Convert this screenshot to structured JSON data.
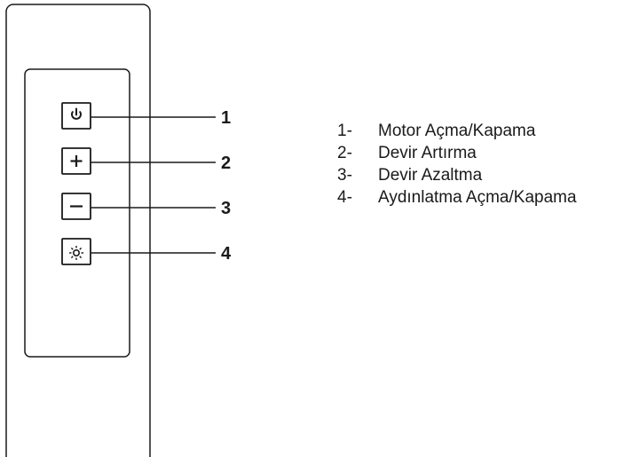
{
  "panel": {
    "buttons": [
      {
        "number": "1",
        "icon": "power-icon"
      },
      {
        "number": "2",
        "icon": "plus-icon"
      },
      {
        "number": "3",
        "icon": "minus-icon"
      },
      {
        "number": "4",
        "icon": "light-icon"
      }
    ]
  },
  "legend": {
    "items": [
      {
        "number": "1-",
        "label": "Motor Açma/Kapama"
      },
      {
        "number": "2-",
        "label": "Devir Artırma"
      },
      {
        "number": "3-",
        "label": "Devir Azaltma"
      },
      {
        "number": "4-",
        "label": "Aydınlatma Açma/Kapama"
      }
    ]
  },
  "colors": {
    "stroke": "#1a1a1a",
    "background": "#ffffff"
  }
}
